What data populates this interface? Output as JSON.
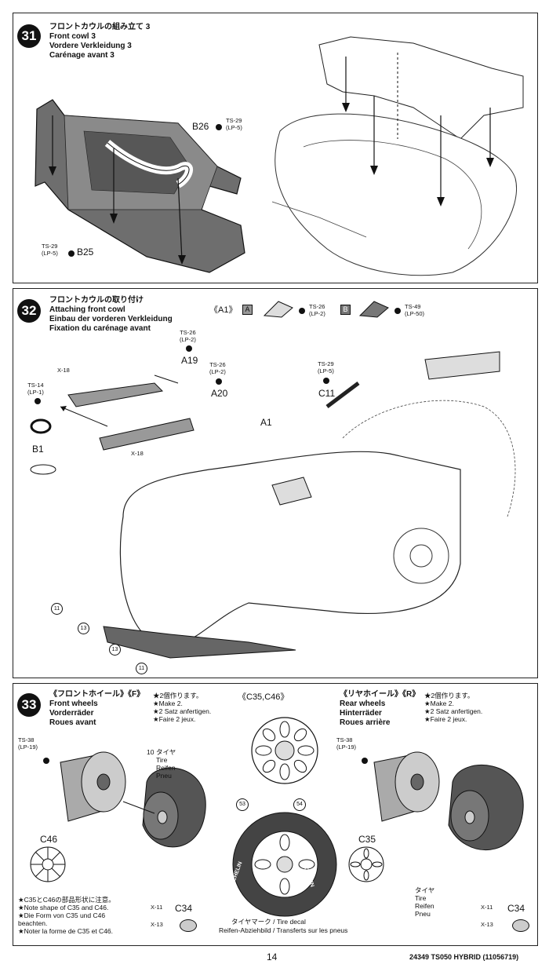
{
  "step31": {
    "number": "31",
    "title_jp": "フロントカウルの組み立て 3",
    "title_en": "Front cowl 3",
    "title_de": "Vordere Verkleidung 3",
    "title_fr": "Carénage avant 3",
    "part_b26": "B26",
    "part_b25": "B25",
    "paint_b26_a": "TS-29",
    "paint_b26_b": "(LP-5)",
    "paint_b25_a": "TS-29",
    "paint_b25_b": "(LP-5)"
  },
  "step32": {
    "number": "32",
    "title_jp": "フロントカウルの取り付け",
    "title_en": "Attaching front cowl",
    "title_de": "Einbau der vorderen Verkleidung",
    "title_fr": "Fixation du carénage avant",
    "a1_header": "《A1》",
    "legend_a": "A",
    "legend_b": "B",
    "legend_a_paint_a": "TS-26",
    "legend_a_paint_b": "(LP-2)",
    "legend_b_paint_a": "TS-49",
    "legend_b_paint_b": "(LP-50)",
    "part_a19": "A19",
    "part_a20": "A20",
    "part_b1": "B1",
    "part_c11": "C11",
    "part_a1": "A1",
    "a19_paint_a": "TS-26",
    "a19_paint_b": "(LP-2)",
    "a20_paint_a": "TS-26",
    "a20_paint_b": "(LP-2)",
    "b1_paint_a": "TS-14",
    "b1_paint_b": "(LP-1)",
    "c11_paint_a": "TS-29",
    "c11_paint_b": "(LP-5)",
    "screw_x18_top": "X-18",
    "screw_x18_bot": "X-18",
    "marker_11": "11",
    "marker_13": "13"
  },
  "step33": {
    "number": "33",
    "front_header": "《フロントホイール》《F》",
    "front_en": "Front wheels",
    "front_de": "Vorderräder",
    "front_fr": "Roues avant",
    "make2_jp": "★2個作ります。",
    "make2_en": "★Make 2.",
    "make2_de": "★2 Satz anfertigen.",
    "make2_fr": "★Faire 2 jeux.",
    "center_header": "《C35,C46》",
    "rear_header": "《リヤホイール》《R》",
    "rear_en": "Rear wheels",
    "rear_de": "Hinterräder",
    "rear_fr": "Roues arrière",
    "rmake2_jp": "★2個作ります。",
    "rmake2_en": "★Make 2.",
    "rmake2_de": "★2 Satz anfertigen.",
    "rmake2_fr": "★Faire 2 jeux.",
    "ts38_a": "TS-38",
    "ts38_b": "(LP-19)",
    "ts38r_a": "TS-38",
    "ts38r_b": "(LP-19)",
    "tire_jp": "タイヤ",
    "tire_en": "Tire",
    "tire_de": "Reifen",
    "tire_fr": "Pneu",
    "tire_mark": "10",
    "rtire_jp": "タイヤ",
    "rtire_en": "Tire",
    "rtire_de": "Reifen",
    "rtire_fr": "Pneu",
    "part_c46": "C46",
    "part_c34": "C34",
    "part_c35": "C35",
    "part_c34r": "C34",
    "decal_53": "53",
    "decal_54": "54",
    "tire_text": "MICHELIN",
    "x11": "X-11",
    "x13": "X-13",
    "x11r": "X-11",
    "x13r": "X-13",
    "note_jp": "★C35とC46の部品形状に注意。",
    "note_en": "★Note shape of C35 and C46.",
    "note_de1": "★Die Form von C35 und C46",
    "note_de2": "beachten.",
    "note_fr": "★Noter la forme de C35 et C46.",
    "decal_jp": "タイヤマーク / Tire decal",
    "decal_de_fr": "Reifen-Abziehbild / Transferts sur les pneus"
  },
  "footer": {
    "page": "14",
    "code": "24349 TS050 HYBRID (11056719)"
  }
}
